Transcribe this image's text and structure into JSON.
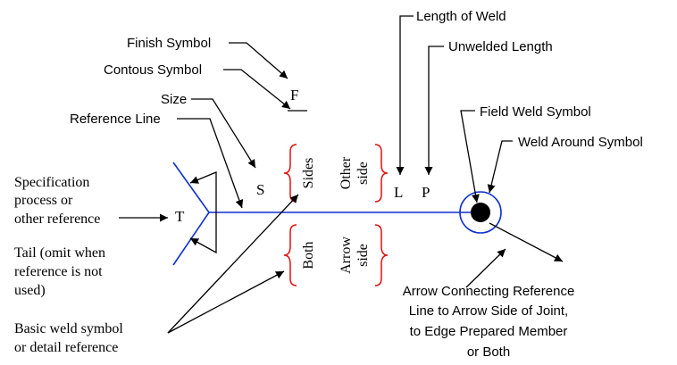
{
  "labels": {
    "length_of_weld": "Length of Weld",
    "finish_symbol": "Finish Symbol",
    "unwelded_length": "Unwelded Length",
    "contour_symbol": "Contous Symbol",
    "size": "Size",
    "reference_line": "Reference Line",
    "field_weld_symbol": "Field Weld Symbol",
    "weld_around_symbol": "Weld Around Symbol",
    "specification_1": "Specification",
    "specification_2": "process or",
    "specification_3": "other reference",
    "tail_1": "Tail (omit when",
    "tail_2": "reference is not",
    "tail_3": "used)",
    "basic_1": "Basic weld symbol",
    "basic_2": "or detail reference",
    "arrow_1": "Arrow Connecting Reference",
    "arrow_2": "Line to Arrow Side of Joint,",
    "arrow_3": "to Edge Prepared Member",
    "arrow_4": "or Both"
  },
  "symbols": {
    "f": "F",
    "s": "S",
    "t": "T",
    "l": "L",
    "p": "P",
    "sides": "Sides",
    "other_side_1": "Other",
    "other_side_2": "side",
    "both": "Both",
    "arrow_side_1": "Arrow",
    "arrow_side_2": "side"
  },
  "colors": {
    "reference_line": "#1030d0",
    "braces": "#e01010",
    "text": "#000000"
  }
}
